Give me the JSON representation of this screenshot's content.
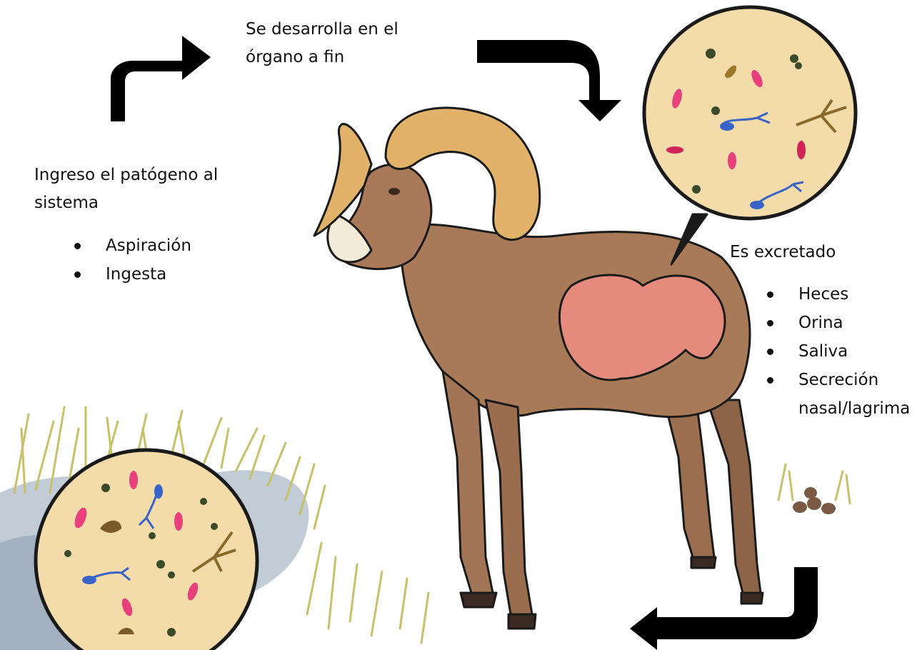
{
  "texts": {
    "ingreso": "Ingreso el patógeno al\nsistema",
    "desarrolla": "Se desarrolla en el\nórgano a fin",
    "excretado": "Es excretado"
  },
  "lists": {
    "ingreso": [
      "Aspiración",
      "Ingesta"
    ],
    "excretado": [
      "Heces",
      "Orina",
      "Saliva",
      "Secreción nasal/lagrima"
    ]
  },
  "colors": {
    "arrow": "#000000",
    "fur": "#a87a58",
    "horn": "#e2b26a",
    "organ": "#e58b7e",
    "circle_fill": "#f3dcaa",
    "grass": "#c7c16a",
    "water": "#9aaabb",
    "pathogen_pink": "#e8407c",
    "pathogen_blue": "#3a63c8"
  },
  "icons": {
    "arrow_up_right": "arrow-up-right-icon",
    "arrow_right_down": "arrow-right-down-icon",
    "arrow_down_left": "arrow-down-left-icon"
  }
}
